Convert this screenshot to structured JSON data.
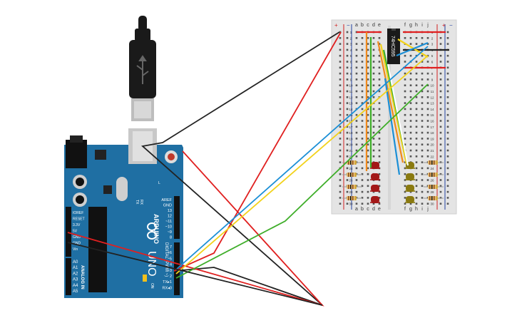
{
  "arduino": {
    "brand": "ARDUINO",
    "model": "UNO",
    "tx_label": "TX",
    "rx_label": "RX",
    "l_label": "L",
    "on_label": "ON",
    "digital_label": "DIGITAL (PWM ~)",
    "analog_label": "ANALOG IN",
    "power_pins": [
      "IOREF",
      "RESET",
      "3.3V",
      "5V",
      "GND",
      "GND",
      "Vin"
    ],
    "analog_pins": [
      "A0",
      "A1",
      "A2",
      "A3",
      "A4",
      "A5"
    ],
    "digital_pins_top": [
      "AREF",
      "GND",
      "13",
      "12",
      "~11",
      "~10",
      "~9",
      "8"
    ],
    "digital_pins_bottom": [
      "7",
      "~6",
      "~5",
      "4",
      "~3",
      "2",
      "TX▸1",
      "RX◂0"
    ]
  },
  "breadboard": {
    "column_letters": [
      "a",
      "b",
      "c",
      "d",
      "e",
      "f",
      "g",
      "h",
      "i",
      "j"
    ],
    "row_numbers": [
      "1",
      "2",
      "3",
      "4",
      "5",
      "6",
      "7",
      "8",
      "9",
      "10",
      "11",
      "12",
      "13",
      "14",
      "15",
      "16",
      "17",
      "18",
      "19",
      "20",
      "21",
      "22",
      "23",
      "24",
      "25",
      "26",
      "27",
      "28",
      "29",
      "30"
    ],
    "rail_plus": "+",
    "rail_minus": "−"
  },
  "chip": {
    "label": "74HC595"
  },
  "colors": {
    "board": "#1f6fa3",
    "breadboard": "#e4e4e4",
    "wire_red": "#e02020",
    "wire_black": "#222222",
    "wire_yellow": "#f2d21b",
    "wire_blue": "#1b8fd6",
    "wire_green": "#3fae2a",
    "wire_orange": "#f08a1c",
    "led_red": "#a31818",
    "led_yellow": "#8a7a10"
  }
}
